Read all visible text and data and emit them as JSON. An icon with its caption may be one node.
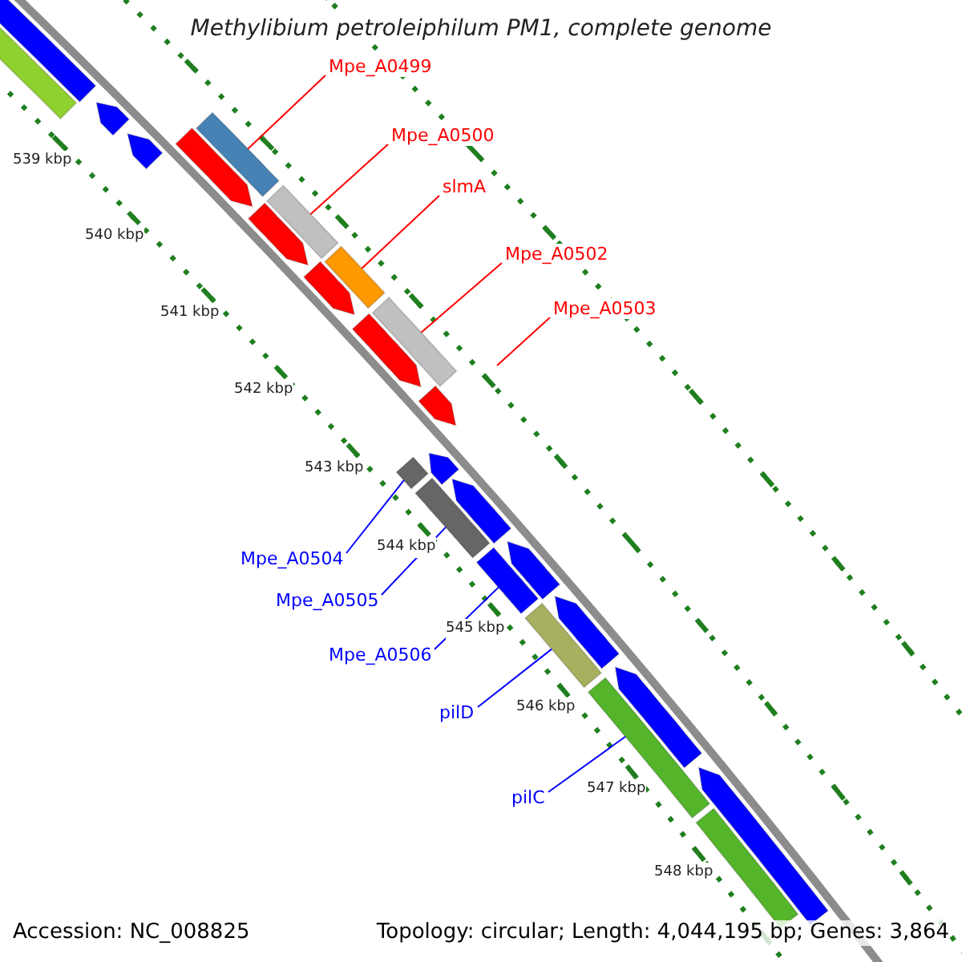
{
  "diagram": {
    "title": "Methylibium petroleiphilum PM1, complete genome",
    "nodes": [
      {
        "text": [
          "Mpe_A0499"
        ]
      },
      {
        "text": [
          "Mpe_A0500"
        ]
      },
      {
        "text": [
          "slmA"
        ]
      },
      {
        "text": [
          "Mpe_A0502"
        ]
      },
      {
        "text": [
          "Mpe_A0503"
        ]
      },
      {
        "text": [
          "Mpe_A0504"
        ]
      },
      {
        "text": [
          "Mpe_A0505"
        ]
      },
      {
        "text": [
          "Mpe_A0506"
        ]
      },
      {
        "text": [
          "pilD"
        ]
      },
      {
        "text": [
          "pilC"
        ]
      },
      {
        "text": [],
        "shape": "bar"
      },
      {
        "text": [],
        "shape": "bar"
      },
      {
        "text": [],
        "shape": "bar"
      },
      {
        "text": [],
        "shape": "bar"
      },
      {
        "text": [],
        "shape": "bar"
      },
      {
        "text": [],
        "shape": "bar"
      },
      {
        "text": [],
        "shape": "bar"
      },
      {
        "text": [],
        "shape": "bar"
      },
      {
        "text": [],
        "shape": "bar"
      },
      {
        "text": [],
        "shape": "bar"
      },
      {
        "text": [],
        "shape": "bar"
      },
      {
        "text": [],
        "shape": "arrow"
      },
      {
        "text": [],
        "shape": "arrow"
      },
      {
        "text": [],
        "shape": "arrow"
      },
      {
        "text": [],
        "shape": "arrow"
      },
      {
        "text": [],
        "shape": "arrow"
      },
      {
        "text": [],
        "shape": "arrow"
      },
      {
        "text": [],
        "shape": "arrow"
      },
      {
        "text": [],
        "shape": "arrow"
      },
      {
        "text": [],
        "shape": "arrow"
      },
      {
        "text": [],
        "shape": "arrow"
      },
      {
        "text": [],
        "shape": "arrow"
      },
      {
        "text": [],
        "shape": "arrow"
      },
      {
        "text": [],
        "shape": "arrow"
      },
      {
        "text": [],
        "shape": "bar"
      }
    ],
    "edges": [
      {
        "from": 0,
        "to": 10,
        "arrow": "none",
        "color": "#ff0000"
      },
      {
        "from": 1,
        "to": 11,
        "arrow": "none",
        "color": "#ff0000"
      },
      {
        "from": 2,
        "to": 12,
        "arrow": "none",
        "color": "#ff0000"
      },
      {
        "from": 3,
        "to": 13,
        "arrow": "none",
        "color": "#ff0000"
      },
      {
        "from": 4,
        "to": null,
        "arrow": "none",
        "color": "#ff0000"
      },
      {
        "from": 5,
        "to": 14,
        "arrow": "none",
        "color": "#0000ff"
      },
      {
        "from": 6,
        "to": 15,
        "arrow": "none",
        "color": "#0000ff"
      },
      {
        "from": 7,
        "to": 16,
        "arrow": "none",
        "color": "#0000ff"
      },
      {
        "from": 8,
        "to": 17,
        "arrow": "none",
        "color": "#0000ff"
      },
      {
        "from": 9,
        "to": 18,
        "arrow": "none",
        "color": "#0000ff"
      }
    ],
    "labels": [
      "539 kbp",
      "540 kbp",
      "541 kbp",
      "542 kbp",
      "543 kbp",
      "544 kbp",
      "545 kbp",
      "546 kbp",
      "547 kbp",
      "548 kbp",
      "Accession: NC_008825",
      "Topology: circular; Length: 4,044,195 bp; Genes: 3,864"
    ]
  }
}
